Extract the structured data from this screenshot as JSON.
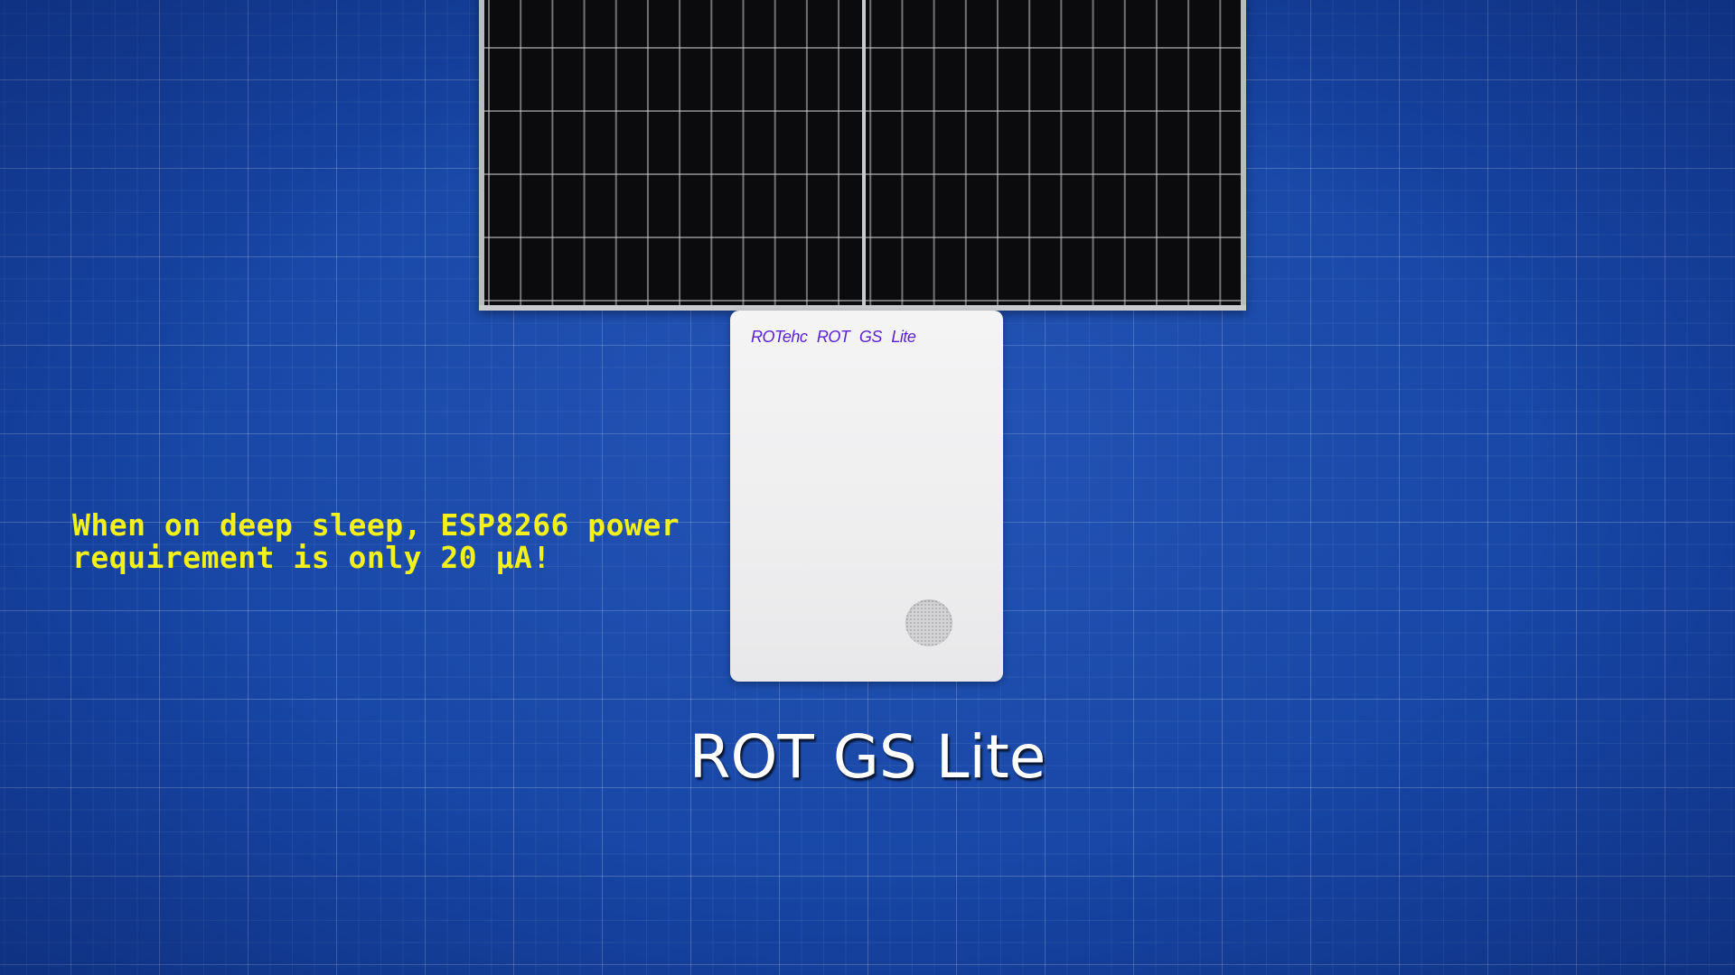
{
  "scene": {
    "note_text": "When on deep sleep, ESP8266 power requirement is only 20 µA!",
    "device_label": "ROTehc ROT GS Lite",
    "caption": "ROT GS Lite",
    "colors": {
      "background": "#1746a6",
      "note_text": "#f2f21a",
      "caption_text": "#ffffff",
      "device_label": "#5a1fd6",
      "device_body": "#f0f0f1",
      "solar_cells": "#0b0b0d"
    }
  }
}
